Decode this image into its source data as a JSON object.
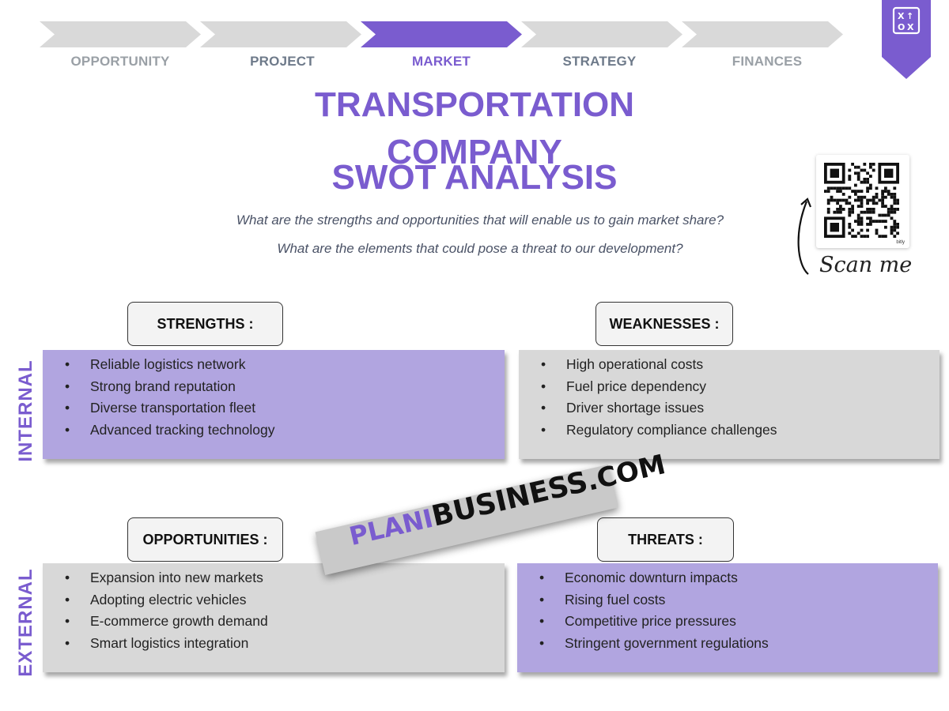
{
  "nav": {
    "steps": [
      {
        "label": "OPPORTUNITY",
        "active": false
      },
      {
        "label": "PROJECT",
        "active": false
      },
      {
        "label": "MARKET",
        "active": true
      },
      {
        "label": "STRATEGY",
        "active": false
      },
      {
        "label": "FINANCES",
        "active": false
      }
    ]
  },
  "title": {
    "line1": "TRANSPORTATION",
    "line2": "COMPANY",
    "line3": "SWOT ANALYSIS"
  },
  "questions": {
    "q1": "What are the strengths and opportunities that will enable us to gain market share?",
    "q2": "What are the elements that could pose a threat to our development?"
  },
  "qr": {
    "caption": "Scan me",
    "brand": "bitly"
  },
  "axis": {
    "internal": "INTERNAL",
    "external": "EXTERNAL"
  },
  "swot": {
    "strengths": {
      "header": "STRENGTHS :",
      "items": [
        "Reliable logistics network",
        "Strong brand reputation",
        "Diverse transportation fleet",
        "Advanced tracking technology"
      ]
    },
    "weaknesses": {
      "header": "WEAKNESSES :",
      "items": [
        "High operational costs",
        "Fuel price dependency",
        "Driver shortage issues",
        "Regulatory compliance challenges"
      ]
    },
    "opportunities": {
      "header": "OPPORTUNITIES :",
      "items": [
        "Expansion into new markets",
        "Adopting electric vehicles",
        "E-commerce growth demand",
        "Smart logistics integration"
      ]
    },
    "threats": {
      "header": "THREATS :",
      "items": [
        "Economic downturn impacts",
        "Rising fuel costs",
        "Competitive price pressures",
        "Stringent government regulations"
      ]
    }
  },
  "watermark": {
    "part1": "PLANI",
    "part2": "BUSINESS",
    "part3": ".COM"
  },
  "colors": {
    "accent": "#7a5ccf",
    "purple_box": "#b1a5e0",
    "gray_box": "#d8d8d8",
    "inactive_step": "#d9d9d9"
  }
}
